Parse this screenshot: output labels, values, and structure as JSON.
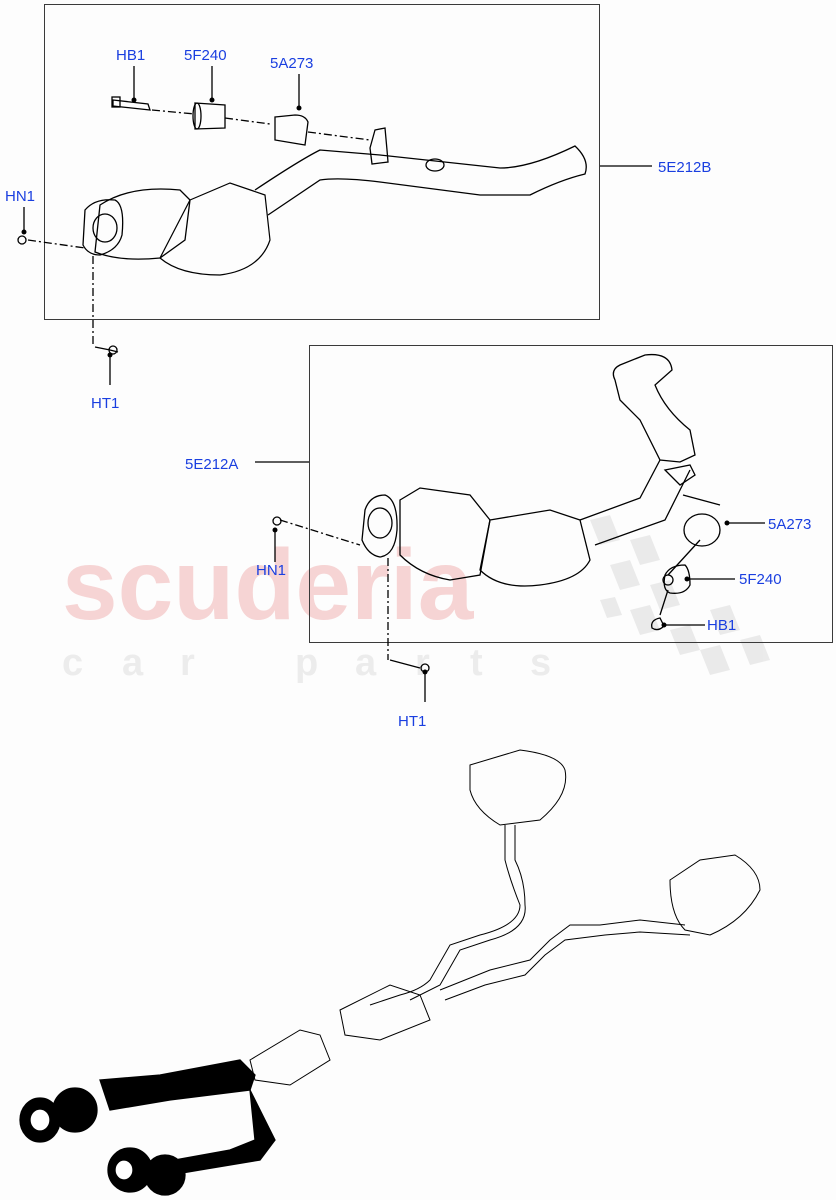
{
  "diagram": {
    "type": "exploded parts diagram",
    "subject": "exhaust system - catalytic converters (front pipes)",
    "watermark": {
      "line1": "scuderia",
      "line2": [
        "c",
        "a",
        "r",
        "p",
        "a",
        "r",
        "t",
        "s"
      ],
      "color": "#f6d4d4"
    },
    "panel_top": {
      "assembly_label": "5E212B",
      "callouts": {
        "hb1": "HB1",
        "f240": "5F240",
        "a273": "5A273",
        "hn1": "HN1",
        "ht1": "HT1"
      }
    },
    "panel_bottom": {
      "assembly_label": "5E212A",
      "callouts": {
        "a273": "5A273",
        "f240": "5F240",
        "hb1": "HB1",
        "hn1": "HN1",
        "ht1": "HT1"
      }
    },
    "overview": {
      "description": "full exhaust system with front pipes highlighted"
    },
    "colors": {
      "callout_text": "#1a3fe0",
      "line": "#000000",
      "frame": "#3a3a3a"
    }
  }
}
